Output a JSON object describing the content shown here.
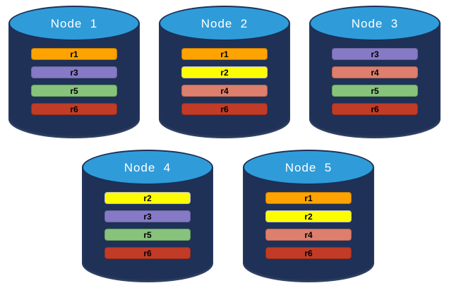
{
  "diagram": {
    "background_color": "#ffffff",
    "cylinder_body_color": "#1F3156",
    "cylinder_top_color": "#2F9CD9",
    "cylinder_top_border_color": "#1B3158",
    "title_text_color": "#ffffff",
    "bar_text_color": "#000000"
  },
  "partition_colors": {
    "r1": {
      "fill": "#FFA302",
      "border": "#BF7A00"
    },
    "r2": {
      "fill": "#FCFC02",
      "border": "#C0C0C0"
    },
    "r3": {
      "fill": "#8679C6",
      "border": "#6E639E"
    },
    "r4": {
      "fill": "#DD7F6C",
      "border": "#B56454"
    },
    "r5": {
      "fill": "#87C37B",
      "border": "#6A9E60"
    },
    "r6": {
      "fill": "#C23B27",
      "border": "#962D1E"
    }
  },
  "nodes": [
    {
      "label": "Node  1",
      "partitions": [
        "r1",
        "r3",
        "r5",
        "r6"
      ]
    },
    {
      "label": "Node  2",
      "partitions": [
        "r1",
        "r2",
        "r4",
        "r6"
      ]
    },
    {
      "label": "Node  3",
      "partitions": [
        "r3",
        "r4",
        "r5",
        "r6"
      ]
    },
    {
      "label": "Node  4",
      "partitions": [
        "r2",
        "r3",
        "r5",
        "r6"
      ]
    },
    {
      "label": "Node  5",
      "partitions": [
        "r1",
        "r2",
        "r4",
        "r6"
      ]
    }
  ]
}
